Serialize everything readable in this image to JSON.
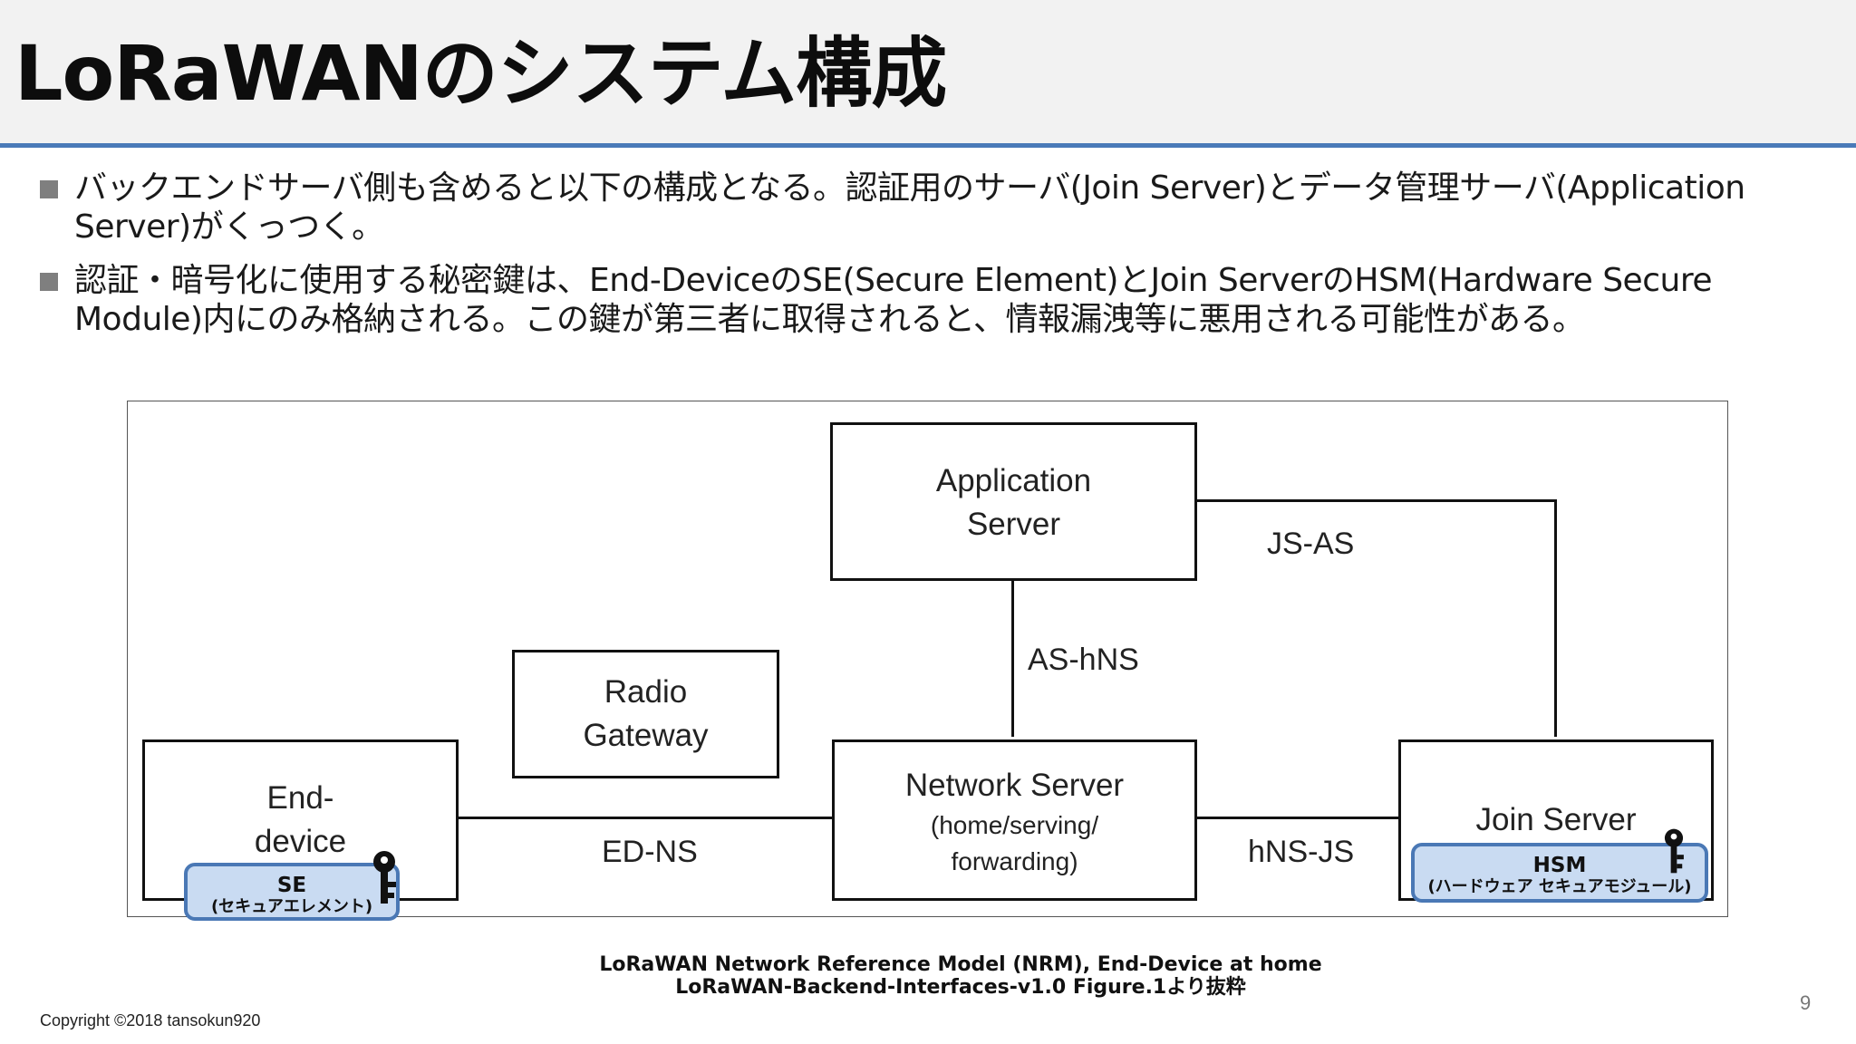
{
  "slide": {
    "title": "LoRaWANのシステム構成",
    "page_number": "9",
    "copyright": "Copyright ©2018 tansokun920"
  },
  "bullets": [
    "バックエンドサーバ側も含めると以下の構成となる。認証用のサーバ(Join Server)とデータ管理サーバ(Application Server)がくっつく。",
    "認証・暗号化に使用する秘密鍵は、End-DeviceのSE(Secure Element)とJoin ServerのHSM(Hardware Secure Module)内にのみ格納される。この鍵が第三者に取得されると、情報漏洩等に悪用される可能性がある。"
  ],
  "diagram": {
    "nodes": {
      "application_server": [
        "Application",
        "Server"
      ],
      "radio_gateway": [
        "Radio",
        "Gateway"
      ],
      "end_device": [
        "End-",
        "device"
      ],
      "network_server": [
        "Network Server",
        "(home/serving/",
        "forwarding)"
      ],
      "join_server": "Join Server"
    },
    "edges": {
      "js_as": "JS-AS",
      "as_hns": "AS-hNS",
      "ed_ns": "ED-NS",
      "hns_js": "hNS-JS"
    },
    "chips": {
      "se": {
        "title": "SE",
        "sub": "(セキュアエレメント)"
      },
      "hsm": {
        "title": "HSM",
        "sub": "(ハードウェア セキュアモジュール)"
      }
    },
    "icons": [
      "key-icon",
      "key-icon"
    ]
  },
  "caption": [
    "LoRaWAN Network Reference Model (NRM), End-Device at home",
    "LoRaWAN-Backend-Interfaces-v1.0 Figure.1より抜粋"
  ],
  "colors": {
    "accent_rule": "#4a7ab8",
    "chip_fill": "#c9dbf2",
    "chip_border": "#4a78b5",
    "bullet_mark": "#7f7f7f"
  }
}
